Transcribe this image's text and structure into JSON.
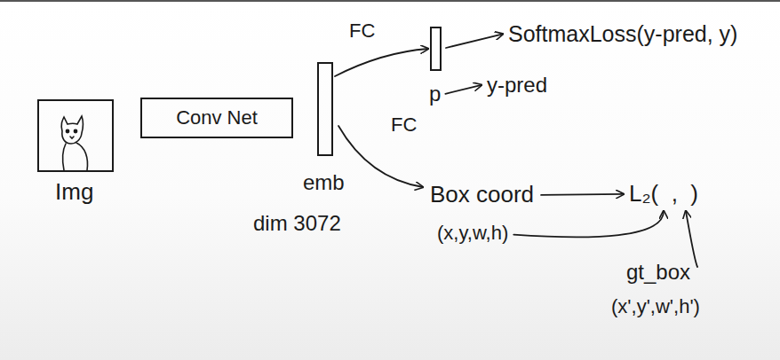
{
  "diagram": {
    "nodes": [
      {
        "text": [
          "Img"
        ]
      },
      {
        "text": [
          "Conv Net"
        ]
      },
      {
        "text": [
          "emb",
          "dim 3072"
        ]
      },
      {
        "text": [
          "p"
        ]
      }
    ],
    "edges": [
      {
        "from": 2,
        "to": 3,
        "arrow": "to",
        "label": "FC"
      }
    ],
    "labels": [
      "SoftmaxLoss(y-pred, y)",
      "y-pred",
      "FC",
      "Box coord",
      "(x,y,w,h)",
      "L₂(  ,  )",
      "gt_box",
      "(x',y',w',h')"
    ]
  }
}
